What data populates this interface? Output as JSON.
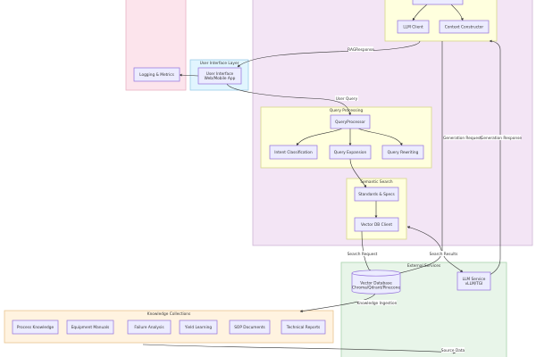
{
  "groups": {
    "processing_layer": {
      "label": ""
    },
    "ui_layer": {
      "label": "User Interface Layer"
    },
    "query_processing": {
      "label": "Query Processing"
    },
    "semantic_search": {
      "label": "Semantic Search"
    },
    "external_services": {
      "label": "External Services"
    },
    "knowledge_collections": {
      "label": "Knowledge Collections"
    }
  },
  "nodes": {
    "llm_client": {
      "lines": [
        "LLM Client"
      ]
    },
    "context_constructor": {
      "lines": [
        "Context Constructor"
      ]
    },
    "logging_metrics": {
      "lines": [
        "Logging & Metrics"
      ]
    },
    "user_interface": {
      "lines": [
        "User Interface",
        "Web/Mobile App"
      ]
    },
    "query_processor": {
      "lines": [
        "QueryProcessor"
      ]
    },
    "intent_classification": {
      "lines": [
        "Intent Classification"
      ]
    },
    "query_expansion": {
      "lines": [
        "Query Expansion"
      ]
    },
    "query_rewriting": {
      "lines": [
        "Query Rewriting"
      ]
    },
    "standards_specs": {
      "lines": [
        "Standards & Specs"
      ]
    },
    "vector_db_client": {
      "lines": [
        "Vector DB Client"
      ]
    },
    "vector_database": {
      "lines": [
        "Vector Database",
        "Chroma/Qdrant/Pinecone"
      ]
    },
    "llm_service": {
      "lines": [
        "LLM Service",
        "vLLM/TGI"
      ]
    },
    "process_knowledge": {
      "lines": [
        "Process Knowledge"
      ]
    },
    "equipment_manuals": {
      "lines": [
        "Equipment Manuals"
      ]
    },
    "failure_analysis": {
      "lines": [
        "Failure Analysis"
      ]
    },
    "yield_learning": {
      "lines": [
        "Yield Learning"
      ]
    },
    "sop_documents": {
      "lines": [
        "SOP Documents"
      ]
    },
    "technical_reports": {
      "lines": [
        "Technical Reports"
      ]
    }
  },
  "edges": {
    "rag_response": "RAGResponse",
    "user_query": "User Query",
    "generation_request": "Generation Request",
    "generation_response": "Generation Response",
    "search_request": "Search Request",
    "search_results": "Search Results",
    "knowledge_ingestion": "Knowledge Ingestion",
    "source_data": "Source Data"
  },
  "colors": {
    "purple_group": "#f3e5f5",
    "purple_group_stroke": "#cdb4d6",
    "yellow_group": "#ffffde",
    "yellow_group_stroke": "#d6d68a",
    "blue_group": "#e1f5fe",
    "blue_group_stroke": "#9ccde8",
    "pink_group": "#fce4ec",
    "pink_group_stroke": "#e8b3c3",
    "green_group": "#e8f5e9",
    "green_group_stroke": "#a9d3ad",
    "orange_group": "#fff3e0",
    "orange_group_stroke": "#e9c48f",
    "node_fill": "#ececff",
    "node_stroke": "#9370db",
    "edge": "#333333"
  }
}
